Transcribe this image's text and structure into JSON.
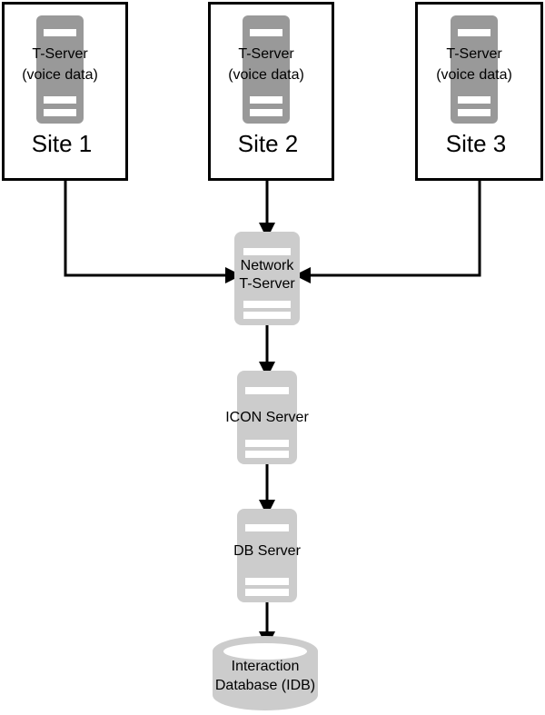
{
  "diagram": {
    "type": "architecture-flow-diagram",
    "background_color": "#ffffff",
    "line_color": "#000000",
    "site_box_fill": "#ffffff",
    "site_server_fill": "#999999",
    "core_server_fill": "#cccccc",
    "database_fill": "#cccccc"
  },
  "sites": [
    {
      "id": "site-1",
      "frame_label": "Site 1",
      "server": {
        "icon": "server-rack-icon",
        "line1": "T-Server",
        "line2": "(voice data)"
      }
    },
    {
      "id": "site-2",
      "frame_label": "Site 2",
      "server": {
        "icon": "server-rack-icon",
        "line1": "T-Server",
        "line2": "(voice data)"
      }
    },
    {
      "id": "site-3",
      "frame_label": "Site 3",
      "server": {
        "icon": "server-rack-icon",
        "line1": "T-Server",
        "line2": "(voice data)"
      }
    }
  ],
  "nodes": {
    "network_tserver": {
      "icon": "server-rack-icon",
      "line1": "Network",
      "line2": "T-Server"
    },
    "icon_server": {
      "icon": "server-rack-icon",
      "label": "ICON Server"
    },
    "db_server": {
      "icon": "server-rack-icon",
      "label": "DB Server"
    },
    "interaction_database": {
      "icon": "database-cylinder-icon",
      "line1": "Interaction",
      "line2": "Database (IDB)"
    }
  },
  "connections": [
    {
      "from": "site-1",
      "to": "network_tserver",
      "direction": "arrow-right"
    },
    {
      "from": "site-2",
      "to": "network_tserver",
      "direction": "arrow-down"
    },
    {
      "from": "site-3",
      "to": "network_tserver",
      "direction": "arrow-left"
    },
    {
      "from": "network_tserver",
      "to": "icon_server",
      "direction": "arrow-down"
    },
    {
      "from": "icon_server",
      "to": "db_server",
      "direction": "arrow-down"
    },
    {
      "from": "db_server",
      "to": "interaction_database",
      "direction": "arrow-down"
    }
  ]
}
